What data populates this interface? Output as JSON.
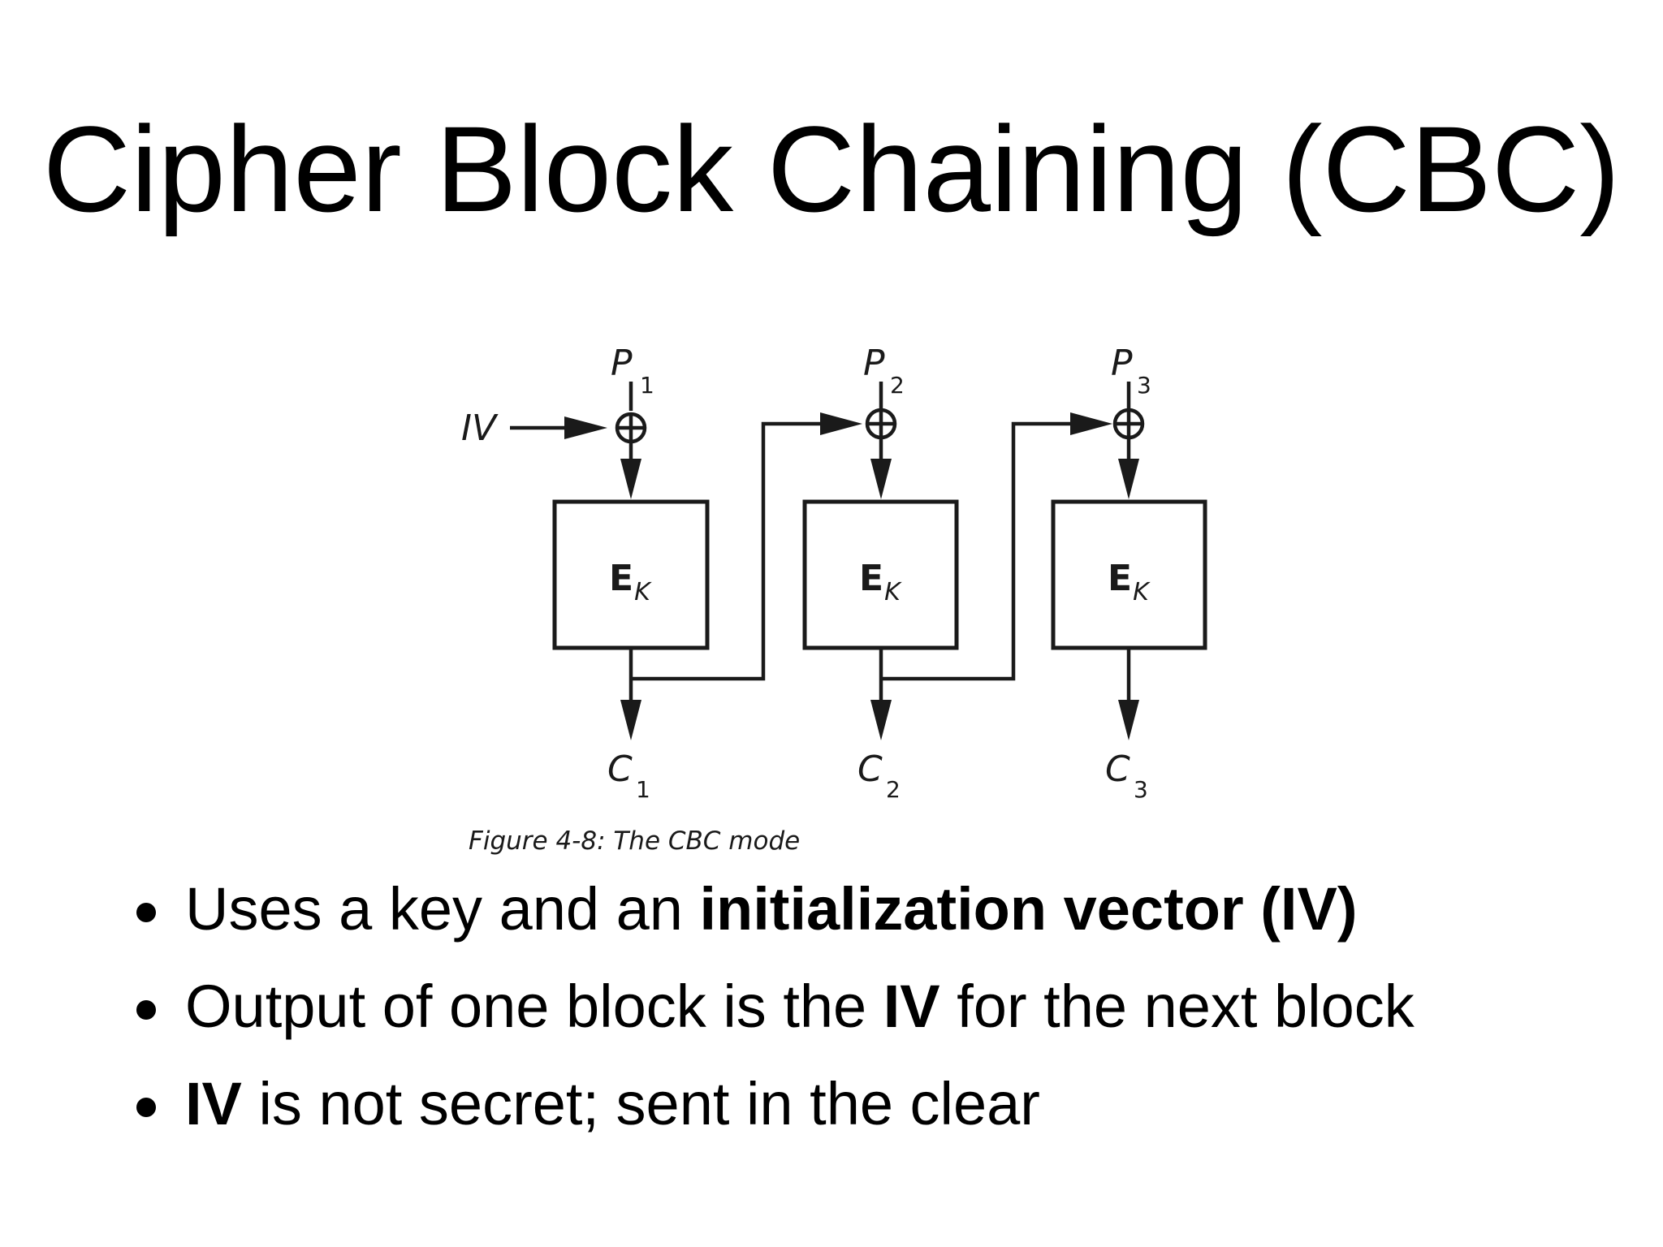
{
  "slide": {
    "title": "Cipher Block Chaining (CBC)"
  },
  "diagram": {
    "iv_label": "IV",
    "block_label": "E",
    "block_sub": "K",
    "plaintexts": [
      {
        "letter": "P",
        "index": "1"
      },
      {
        "letter": "P",
        "index": "2"
      },
      {
        "letter": "P",
        "index": "3"
      }
    ],
    "ciphertexts": [
      {
        "letter": "C",
        "index": "1"
      },
      {
        "letter": "C",
        "index": "2"
      },
      {
        "letter": "C",
        "index": "3"
      }
    ],
    "caption": "Figure 4-8: The CBC mode"
  },
  "bullets": [
    {
      "parts": [
        {
          "text": "Uses a key and an ",
          "bold": false
        },
        {
          "text": "initialization vector (IV)",
          "bold": true
        }
      ]
    },
    {
      "parts": [
        {
          "text": "Output of one block is the ",
          "bold": false
        },
        {
          "text": "IV",
          "bold": true
        },
        {
          "text": " for the next block",
          "bold": false
        }
      ]
    },
    {
      "parts": [
        {
          "text": "IV",
          "bold": true
        },
        {
          "text": " is not secret; sent in the clear",
          "bold": false
        }
      ]
    }
  ]
}
